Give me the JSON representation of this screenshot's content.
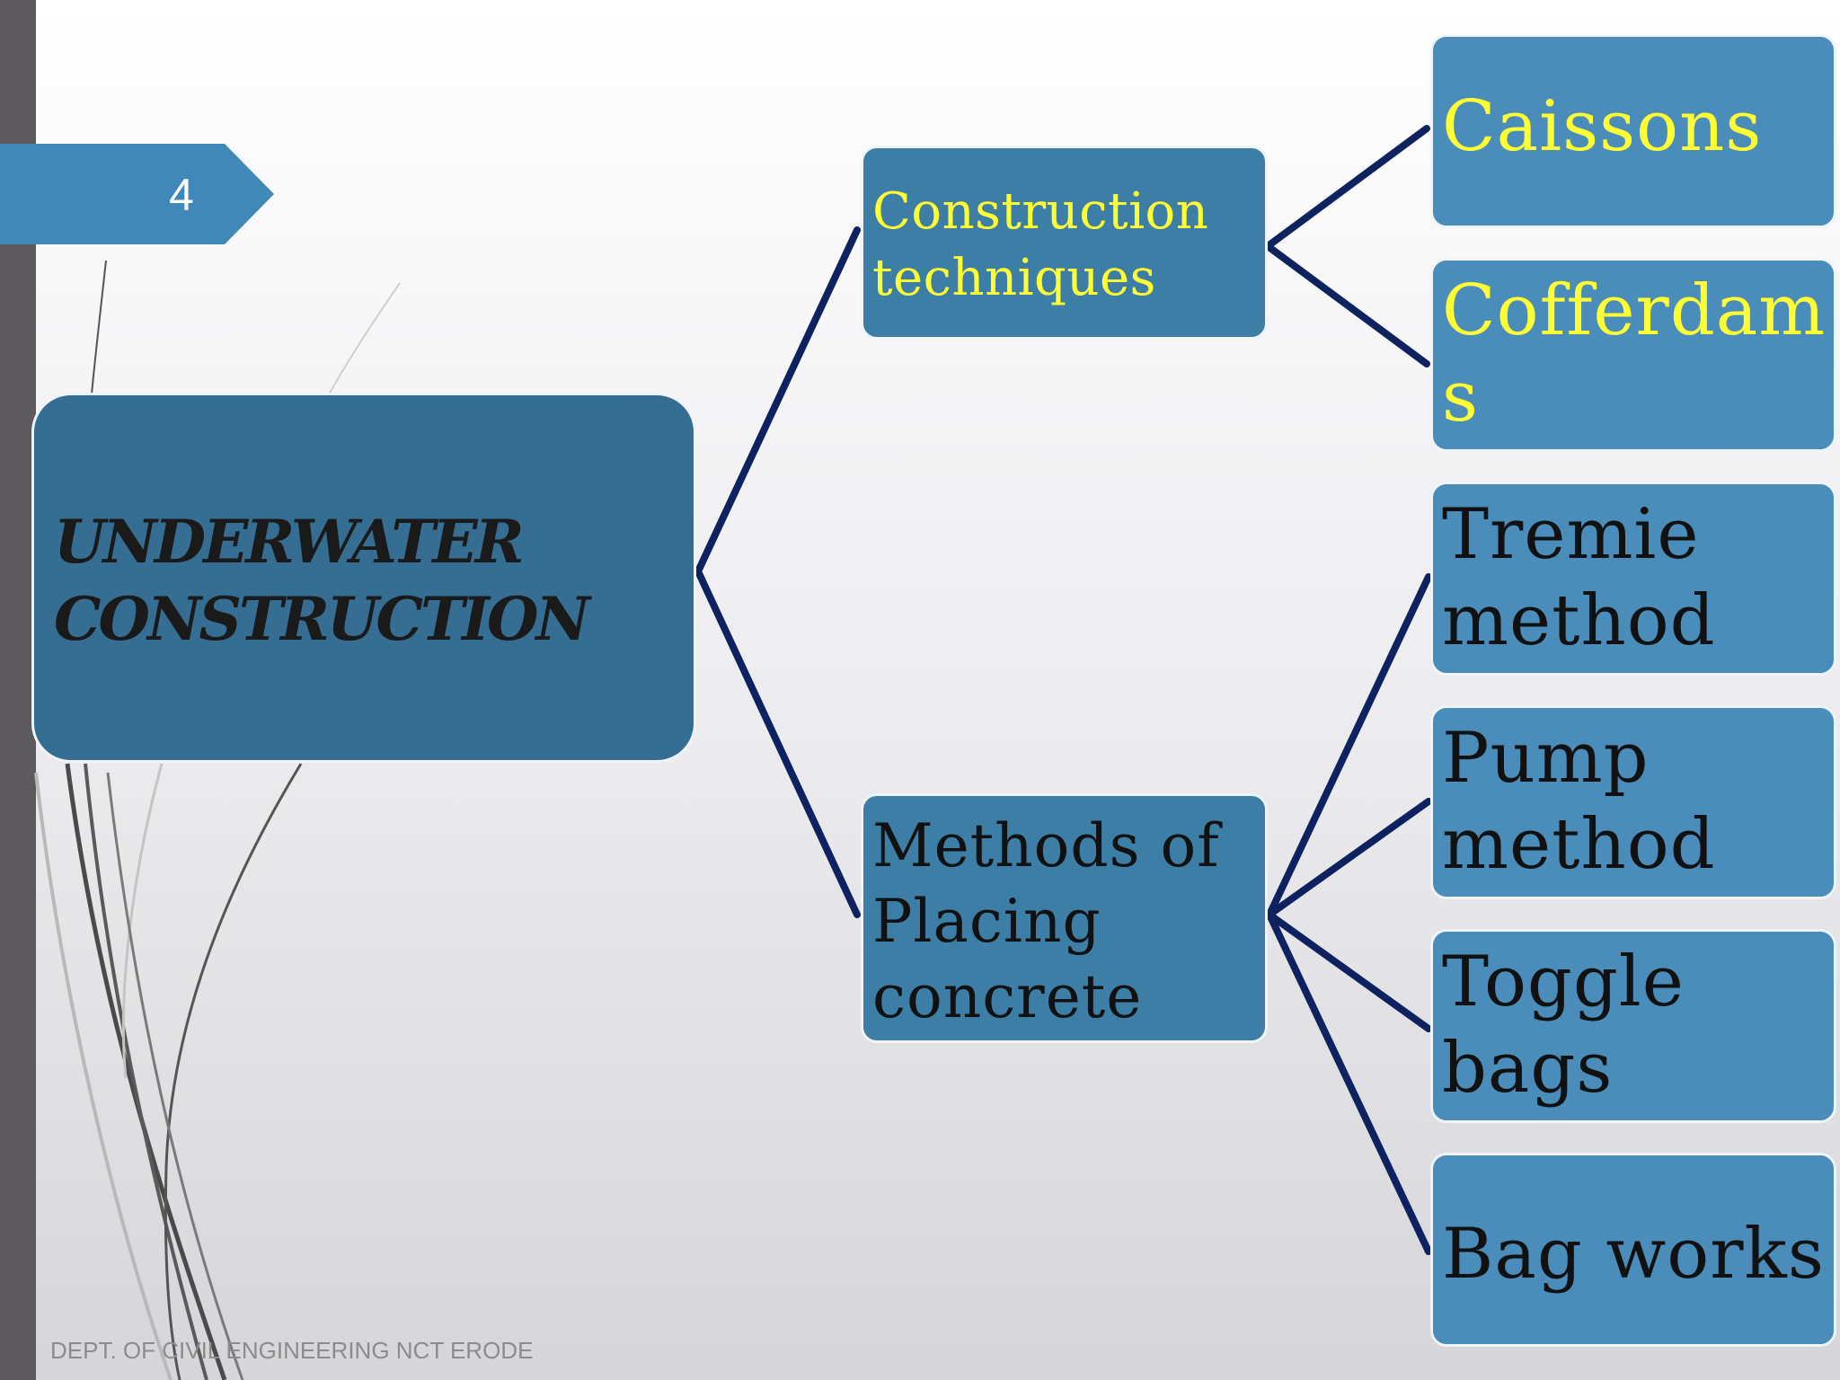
{
  "slide_number": "4",
  "footer": "DEPT. OF CIVIL ENGINEERING NCT ERODE",
  "colors": {
    "root_box": "#356e92",
    "mid_box": "#3d7ea6",
    "leaf_box": "#4a8cba",
    "connector": "#0f2260",
    "highlight_text": "#ffff33"
  },
  "diagram": {
    "root": {
      "line1": "UNDERWATER",
      "line2": "CONSTRUCTION"
    },
    "branch_a": {
      "line1": "Construction",
      "line2": "techniques",
      "leaves": [
        {
          "line1": "Caissons",
          "line2": ""
        },
        {
          "line1": "Cofferdam",
          "line2": "s"
        }
      ]
    },
    "branch_b": {
      "line1": "Methods of",
      "line2": "Placing",
      "line3": "concrete",
      "leaves": [
        {
          "line1": "Tremie",
          "line2": "method"
        },
        {
          "line1": "Pump",
          "line2": "method"
        },
        {
          "line1": "Toggle",
          "line2": "bags"
        },
        {
          "line1": "Bag works",
          "line2": ""
        }
      ]
    }
  }
}
